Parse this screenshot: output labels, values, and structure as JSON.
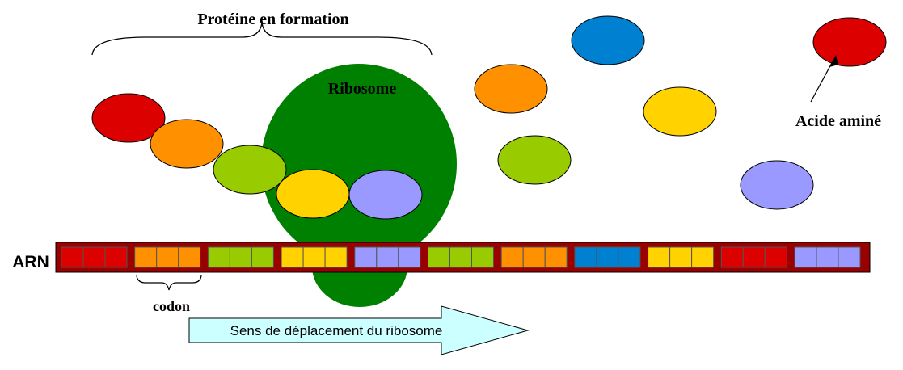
{
  "labels": {
    "protein": "Protéine en formation",
    "ribosome": "Ribosome",
    "amino_acid": "Acide aminé",
    "rna": "ARN",
    "codon": "codon",
    "direction": "Sens de déplacement du ribosome"
  },
  "colors": {
    "red": "#dd0000",
    "orange": "#ff9000",
    "green": "#99cc00",
    "yellow": "#ffd200",
    "violet": "#9999ff",
    "blue": "#0080d0",
    "ribosome": "#008000",
    "rna_strand": "#990000",
    "arrow_fill": "#ccffff"
  },
  "protein_chain": [
    "red",
    "orange",
    "green",
    "yellow",
    "violet"
  ],
  "free_amino_acids": [
    "orange",
    "blue",
    "red",
    "yellow",
    "green",
    "violet"
  ],
  "rna_codons": [
    "red",
    "orange",
    "green",
    "yellow",
    "violet",
    "green",
    "orange",
    "blue",
    "yellow",
    "red",
    "violet"
  ]
}
